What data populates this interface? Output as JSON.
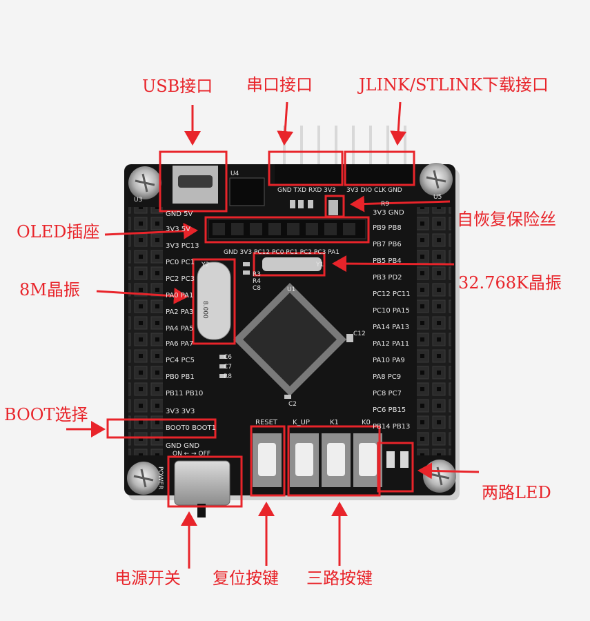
{
  "annotations": {
    "usb": "USB接口",
    "serial": "串口接口",
    "jlink": "JLINK/STLINK下载接口",
    "fuse": "自恢复保险丝",
    "oled": "OLED插座",
    "crystal8m": "8M晶振",
    "crystal32k": "32.768K晶振",
    "boot": "BOOT选择",
    "leds": "两路LED",
    "power": "电源开关",
    "reset": "复位按键",
    "keys": "三路按键"
  },
  "silkscreen": {
    "serial_pins": "GND TXD RXD 3V3",
    "jlink_pins": "3V3 DIO CLK GND",
    "oled_row": "GND 3V3 PC12 PC0 PC1 PC2 PC3 PA1",
    "left_col": [
      "GND 5V",
      "3V3 5V",
      "3V3 PC13",
      "PC0 PC1",
      "PC2 PC3",
      "PA0 PA1",
      "PA2 PA3",
      "PA4 PA5",
      "PA6 PA7",
      "PC4 PC5",
      "PB0 PB1",
      "PB11 PB10",
      "3V3 3V3",
      "BOOT0 BOOT1",
      "GND GND"
    ],
    "right_col": [
      "3V3 GND",
      "PB9 PB8",
      "PB7 PB6",
      "PB5 PB4",
      "PB3 PD2",
      "PC12 PC11",
      "PC10 PA15",
      "PA14 PA13",
      "PA12 PA11",
      "PA10 PA9",
      "PA8 PC9",
      "PC8 PC7",
      "PC6 PB15",
      "PB14 PB13"
    ],
    "buttons": [
      "RESET",
      "K_UP",
      "K1",
      "K0"
    ],
    "power_switch": "ON ←   → OFF",
    "crystal_mark": "8.000",
    "refs": {
      "u3": "U3",
      "u4": "U4",
      "u5": "U5",
      "y1": "Y1",
      "y2": "Y2",
      "u1": "U1",
      "c2": "C2",
      "c12": "C12",
      "r3": "R3",
      "r4": "R4",
      "c8": "C8",
      "c6": "C6",
      "c7": "C7",
      "r8": "R8",
      "r9": "R9",
      "power": "POWER"
    }
  },
  "colors": {
    "annotation": "#e8242a",
    "board": "#141414",
    "background": "#f4f4f4",
    "silk": "#e6e6e6"
  }
}
